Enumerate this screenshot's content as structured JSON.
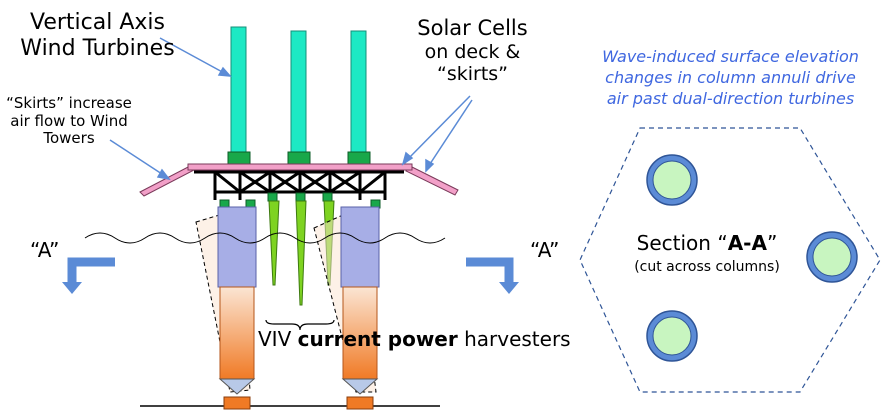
{
  "labels": {
    "vertical_axis_line1": "Vertical Axis",
    "vertical_axis_line2": "Wind Turbines",
    "skirts_line1": "“Skirts” increase",
    "skirts_line2": "air flow to Wind",
    "skirts_line3": "Towers",
    "solar_line1": "Solar Cells",
    "solar_line2": "on deck &",
    "solar_line3": "“skirts”",
    "wave_line1": "Wave-induced surface elevation",
    "wave_line2": "changes in column annuli drive",
    "wave_line3": "air past dual-direction turbines",
    "section_prefix": "Section ",
    "section_open_quote": "“",
    "section_bold": "A-A",
    "section_close_quote": "”",
    "section_note": "(cut across columns)",
    "marker_a_left": "“A”",
    "marker_a_right": "“A”",
    "viv_prefix": "VIV ",
    "viv_bold": "current power",
    "viv_suffix": " harvesters"
  },
  "colors": {
    "tower": "#1de9c4",
    "tower_base": "#19a84a",
    "skirt": "#f2a0c8",
    "column": "#a7aee6",
    "column_lower": "#f08a3c",
    "harvester": "#7ed321",
    "section_outline": "#2f5597",
    "section_fill": "#c8f5c0",
    "wave_text": "#3f67e0",
    "arrow": "#5b8bd6"
  }
}
